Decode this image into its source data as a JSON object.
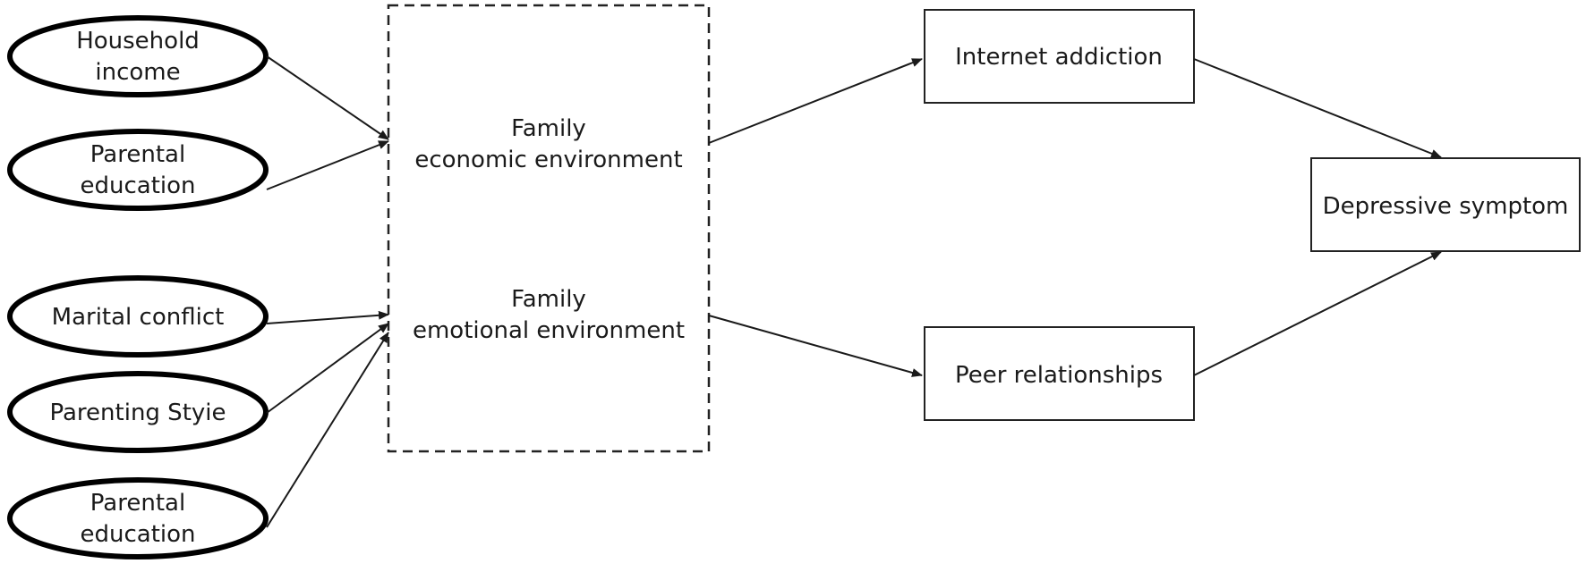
{
  "diagram": {
    "exogenous": [
      {
        "id": "household-income",
        "lines": [
          "Household",
          "income"
        ]
      },
      {
        "id": "parental-education-1",
        "lines": [
          "Parental",
          "education"
        ]
      },
      {
        "id": "marital-conflict",
        "lines": [
          "Marital conflict"
        ]
      },
      {
        "id": "parenting-style",
        "lines": [
          "Parenting Styie"
        ]
      },
      {
        "id": "parental-education-2",
        "lines": [
          "Parental",
          "education"
        ]
      }
    ],
    "family_group": {
      "economic": {
        "line1": "Family",
        "line2": "economic environment"
      },
      "emotional": {
        "line1": "Family",
        "line2": "emotional environment"
      }
    },
    "mediators": {
      "internet": "Internet addiction",
      "peer": "Peer relationships"
    },
    "outcome": "Depressive symptom",
    "edges": [
      {
        "from": "household-income",
        "to": "family-economic-environment"
      },
      {
        "from": "parental-education-1",
        "to": "family-economic-environment"
      },
      {
        "from": "marital-conflict",
        "to": "family-emotional-environment"
      },
      {
        "from": "parenting-style",
        "to": "family-emotional-environment"
      },
      {
        "from": "parental-education-2",
        "to": "family-emotional-environment"
      },
      {
        "from": "family-economic-environment",
        "to": "internet-addiction"
      },
      {
        "from": "family-emotional-environment",
        "to": "peer-relationships"
      },
      {
        "from": "internet-addiction",
        "to": "depressive-symptom"
      },
      {
        "from": "peer-relationships",
        "to": "depressive-symptom"
      }
    ]
  }
}
